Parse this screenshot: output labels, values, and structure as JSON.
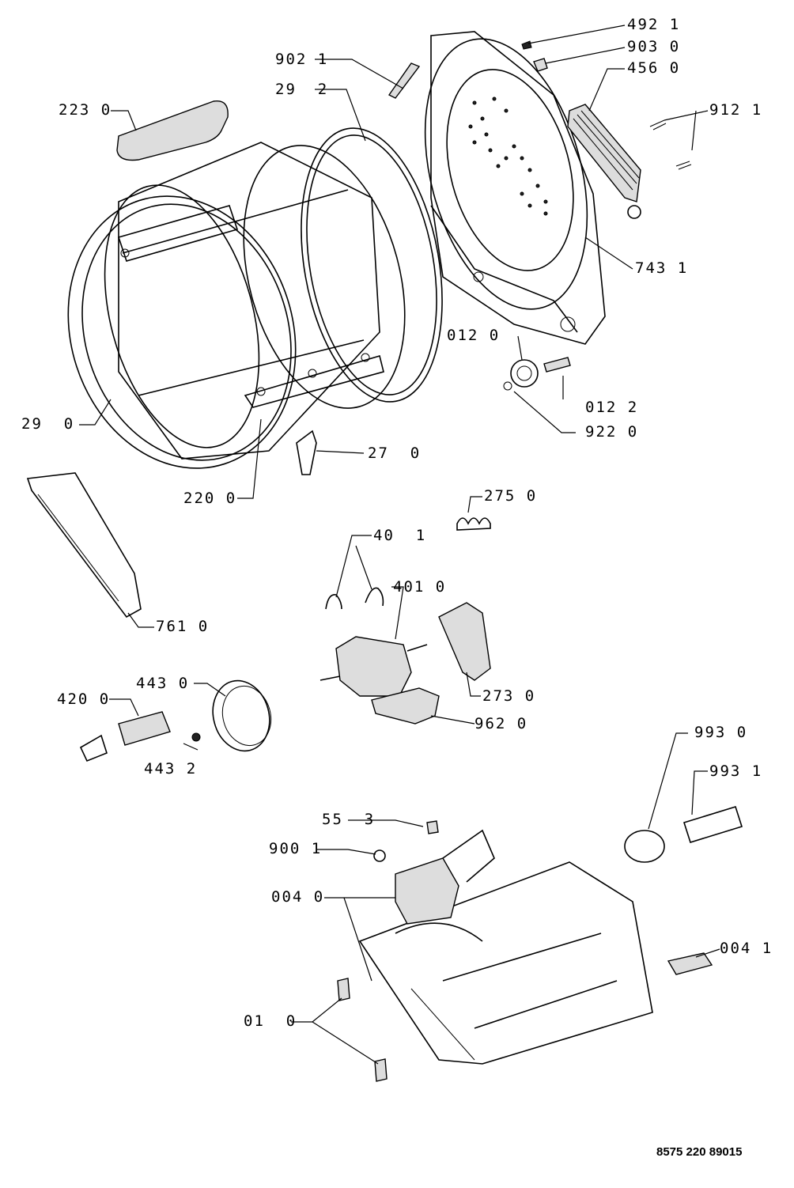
{
  "labels": {
    "p492_1": "492 1",
    "p903_0": "903 0",
    "p456_0": "456 0",
    "p902_1": "902 1",
    "p29_2": "29  2",
    "p223_0": "223 0",
    "p912_1": "912 1",
    "p743_1": "743 1",
    "p012_0": "012 0",
    "p012_2": "012 2",
    "p922_0": "922 0",
    "p29_0": "29  0",
    "p27_0": "27  0",
    "p220_0": "220 0",
    "p275_0": "275 0",
    "p40_1": "40  1",
    "p401_0": "401 0",
    "p761_0": "761 0",
    "p273_0": "273 0",
    "p443_0": "443 0",
    "p420_0": "420 0",
    "p962_0": "962 0",
    "p443_2": "443 2",
    "p993_0": "993 0",
    "p993_1": "993 1",
    "p55_3": "55  3",
    "p900_1": "900 1",
    "p004_0": "004 0",
    "p004_1": "004 1",
    "p01_0": "01  0"
  },
  "document_code": "8575 220 89015"
}
